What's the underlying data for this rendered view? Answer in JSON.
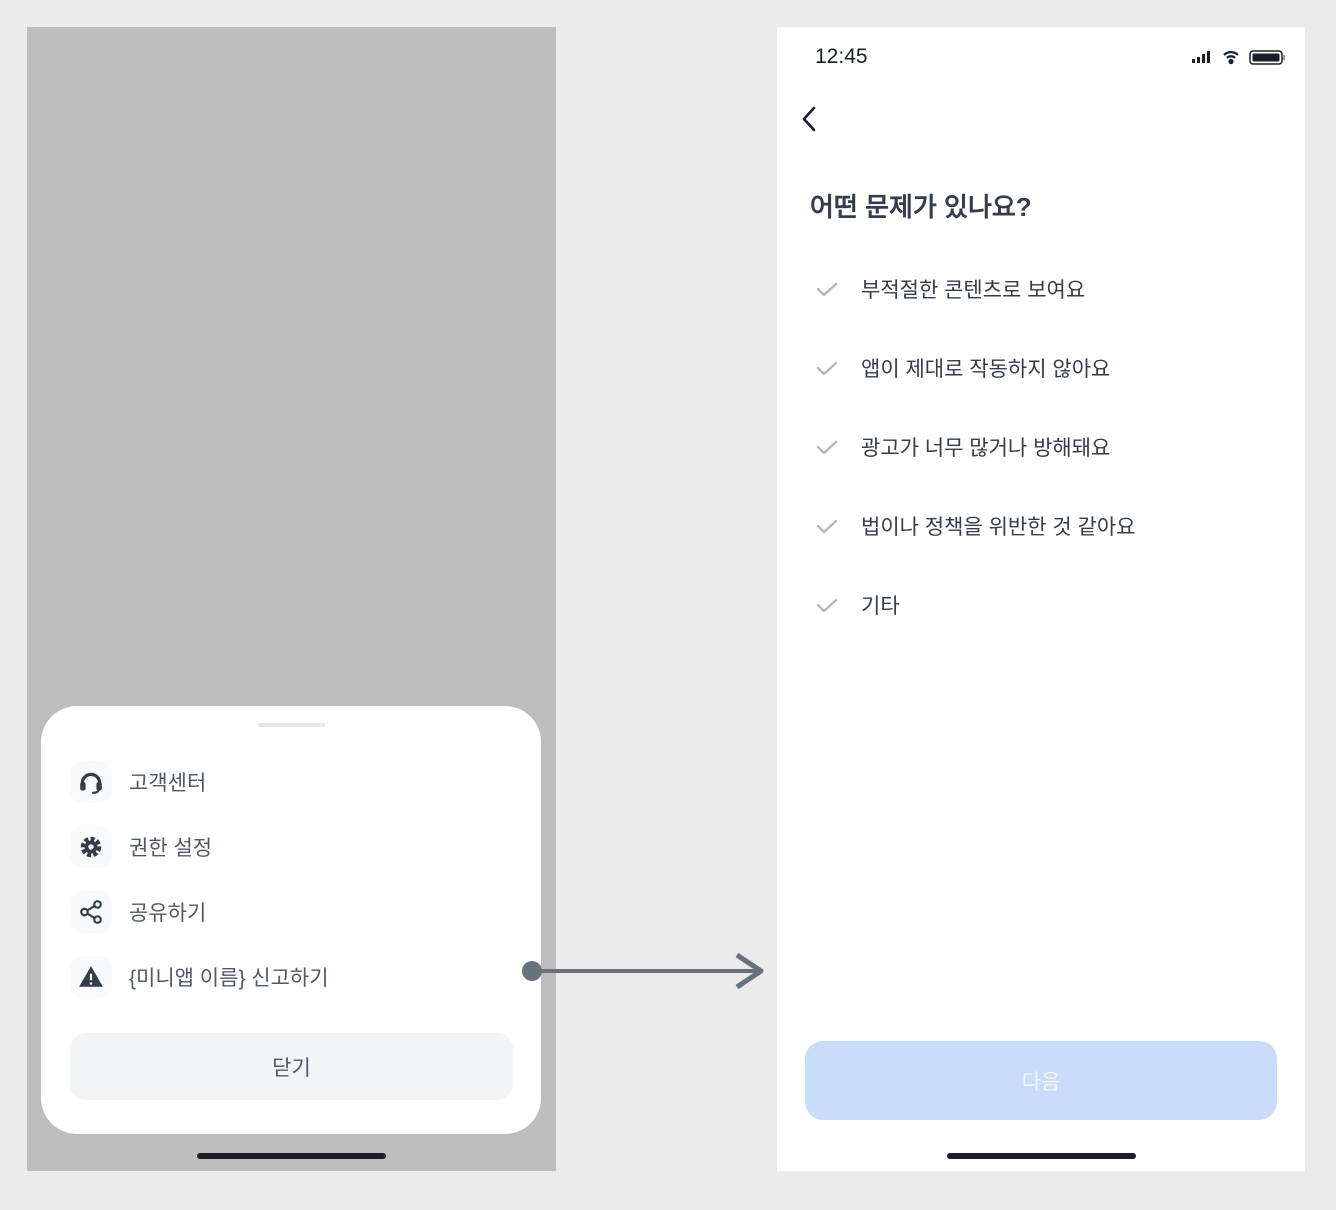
{
  "menu_sheet": {
    "items": [
      {
        "icon": "headset-icon",
        "label": "고객센터"
      },
      {
        "icon": "gear-icon",
        "label": "권한 설정"
      },
      {
        "icon": "share-icon",
        "label": "공유하기"
      },
      {
        "icon": "warning-icon",
        "label": "{미니앱 이름} 신고하기"
      }
    ],
    "close_label": "닫기"
  },
  "report_screen": {
    "status_time": "12:45",
    "title": "어떤 문제가 있나요?",
    "options": [
      "부적절한 콘텐츠로 보여요",
      "앱이 제대로 작동하지 않아요",
      "광고가 너무 많거나 방해돼요",
      "법이나 정책을 위반한 것 같아요",
      "기타"
    ],
    "next_label": "다음"
  },
  "colors": {
    "arrow": "#68727f",
    "primary_disabled": "#c9dcf9"
  }
}
